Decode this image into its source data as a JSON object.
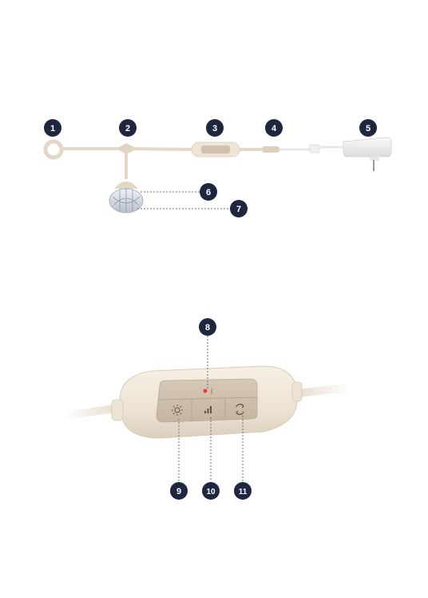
{
  "diagram": {
    "callouts": [
      {
        "id": 1,
        "label": "1"
      },
      {
        "id": 2,
        "label": "2"
      },
      {
        "id": 3,
        "label": "3"
      },
      {
        "id": 4,
        "label": "4"
      },
      {
        "id": 5,
        "label": "5"
      },
      {
        "id": 6,
        "label": "6"
      },
      {
        "id": 7,
        "label": "7"
      },
      {
        "id": 8,
        "label": "8"
      },
      {
        "id": 9,
        "label": "9"
      },
      {
        "id": 10,
        "label": "10"
      },
      {
        "id": 11,
        "label": "11"
      }
    ],
    "controller_buttons": [
      "brightness-icon",
      "signal-icon",
      "cycle-icon"
    ],
    "colors": {
      "badge": "#1f2640",
      "cable": "#e7dccc",
      "controller_body": "#f1e8da",
      "button_panel": "#cdbfab",
      "adapter": "#f2f2f2",
      "led_indicator": "#e83a2e",
      "leader_line": "#6a6a6a"
    }
  }
}
